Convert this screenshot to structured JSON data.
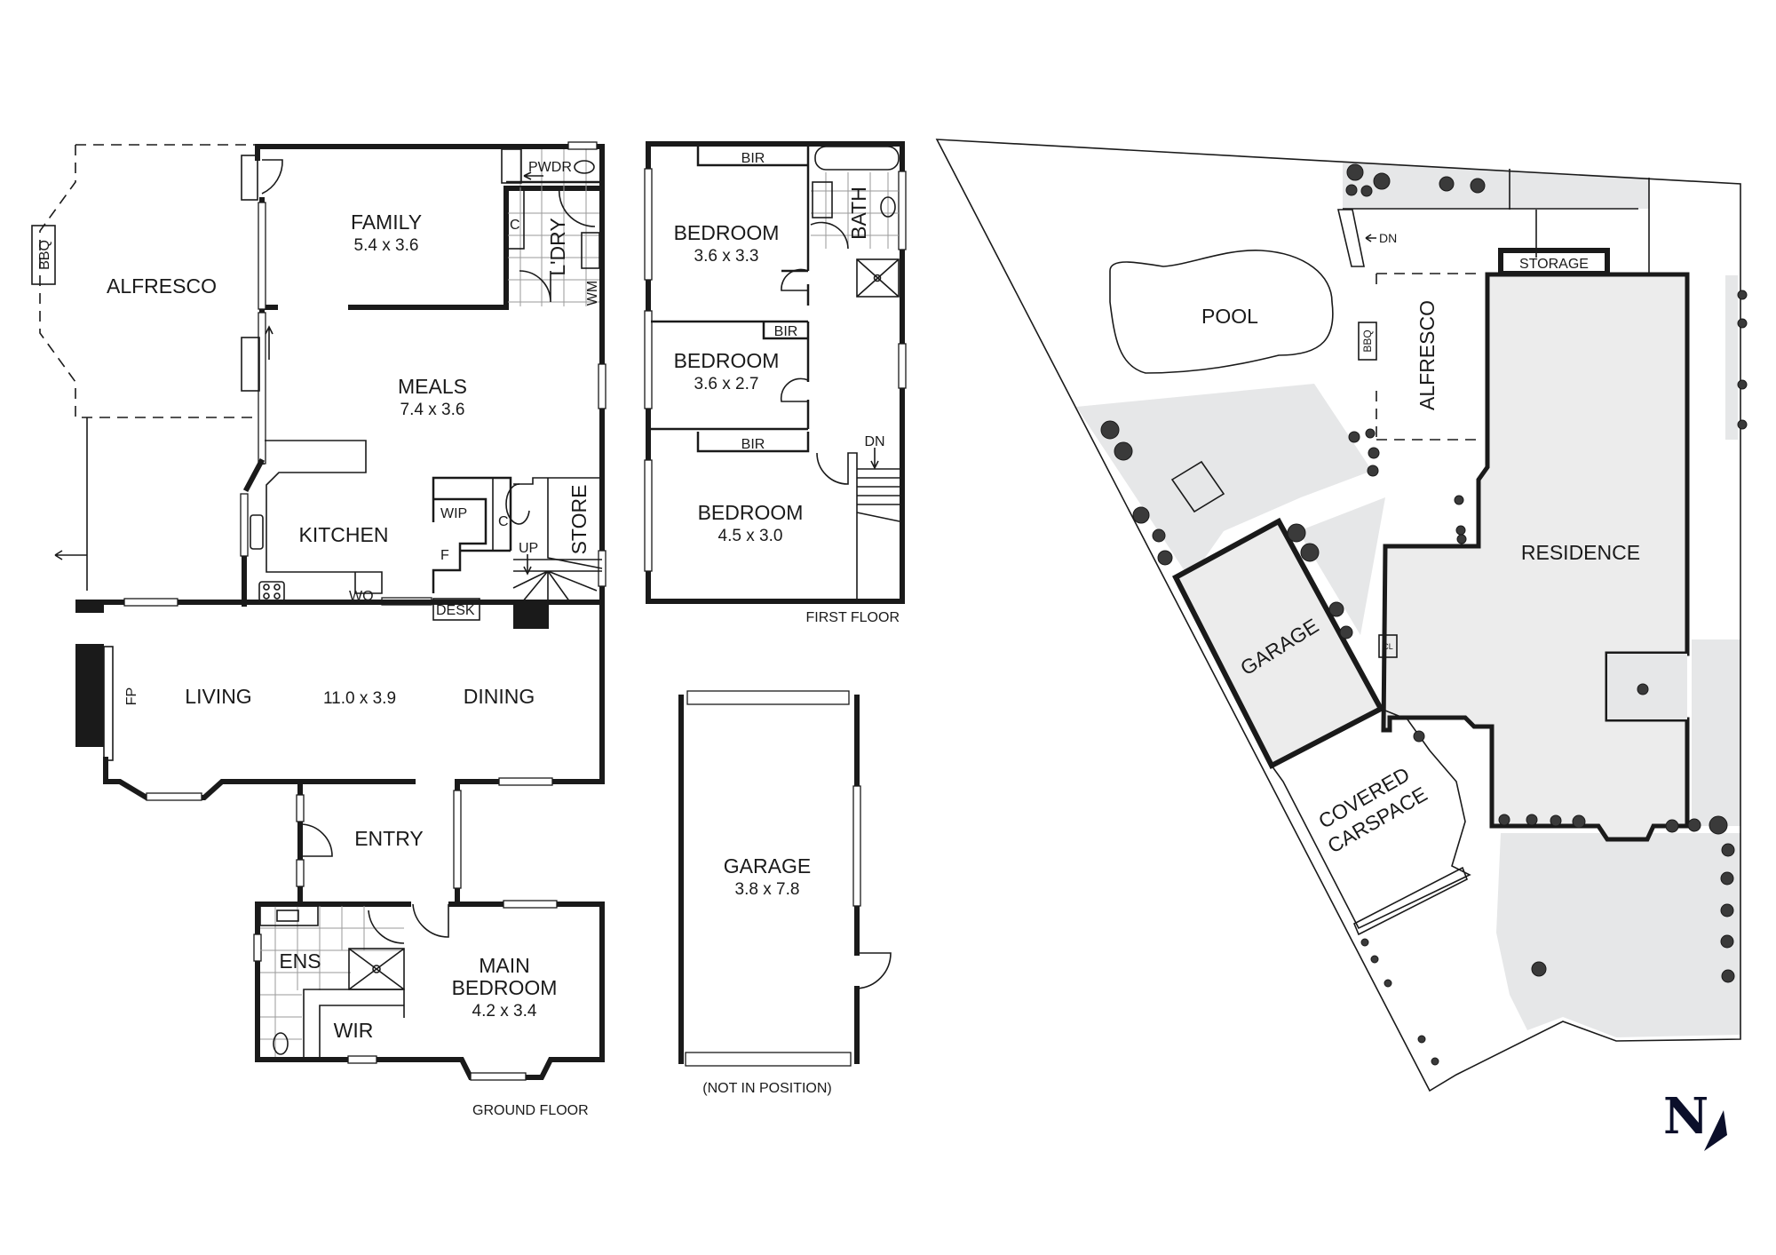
{
  "ground_floor": {
    "caption": "GROUND FLOOR",
    "rooms": {
      "alfresco": {
        "label": "ALFRESCO"
      },
      "bbq": {
        "label": "BBQ"
      },
      "family": {
        "label": "FAMILY",
        "dims": "5.4 x 3.6"
      },
      "pwdr": {
        "label": "PWDR"
      },
      "laundry": {
        "label": "L'DRY"
      },
      "laundry_cupboard": {
        "label": "C"
      },
      "washing_machine": {
        "label": "WM"
      },
      "meals": {
        "label": "MEALS",
        "dims": "7.4 x 3.6"
      },
      "kitchen": {
        "label": "KITCHEN"
      },
      "wip": {
        "label": "WIP"
      },
      "fridge": {
        "label": "F"
      },
      "kitchen_cupboard": {
        "label": "C"
      },
      "store": {
        "label": "STORE"
      },
      "stairs_up": {
        "label": "UP"
      },
      "wall_oven": {
        "label": "WO"
      },
      "desk": {
        "label": "DESK"
      },
      "fireplace": {
        "label": "FP"
      },
      "living": {
        "label": "LIVING"
      },
      "living_dims": {
        "label": "11.0 x 3.9"
      },
      "dining": {
        "label": "DINING"
      },
      "entry": {
        "label": "ENTRY"
      },
      "ensuite": {
        "label": "ENS"
      },
      "wir": {
        "label": "WIR"
      },
      "main_bedroom": {
        "label_line1": "MAIN",
        "label_line2": "BEDROOM",
        "dims": "4.2 x 3.4"
      }
    }
  },
  "first_floor": {
    "caption": "FIRST FLOOR",
    "rooms": {
      "bedroom1": {
        "label": "BEDROOM",
        "dims": "3.6 x 3.3"
      },
      "bedroom2": {
        "label": "BEDROOM",
        "dims": "3.6 x 2.7"
      },
      "bedroom3": {
        "label": "BEDROOM",
        "dims": "4.5 x 3.0"
      },
      "bir1": {
        "label": "BIR"
      },
      "bir2": {
        "label": "BIR"
      },
      "bir3": {
        "label": "BIR"
      },
      "bath": {
        "label": "BATH"
      },
      "stairs_down": {
        "label": "DN"
      }
    }
  },
  "detached_garage": {
    "label": "GARAGE",
    "dims": "3.8 x 7.8",
    "caption": "(NOT IN POSITION)"
  },
  "site_plan": {
    "pool": "POOL",
    "alfresco": "ALFRESCO",
    "bbq": "BBQ",
    "storage": "STORAGE",
    "residence": "RESIDENCE",
    "garage": "GARAGE",
    "carspace_line1": "COVERED",
    "carspace_line2": "CARSPACE",
    "steps_down": "DN",
    "cl": "CL"
  },
  "compass": {
    "letter": "N",
    "color": "#0b0f2a"
  },
  "colors": {
    "wall": "#1a1a1a",
    "landscape_fill": "#e6e7e8",
    "residence_fill": "#ececec",
    "background": "#ffffff"
  }
}
